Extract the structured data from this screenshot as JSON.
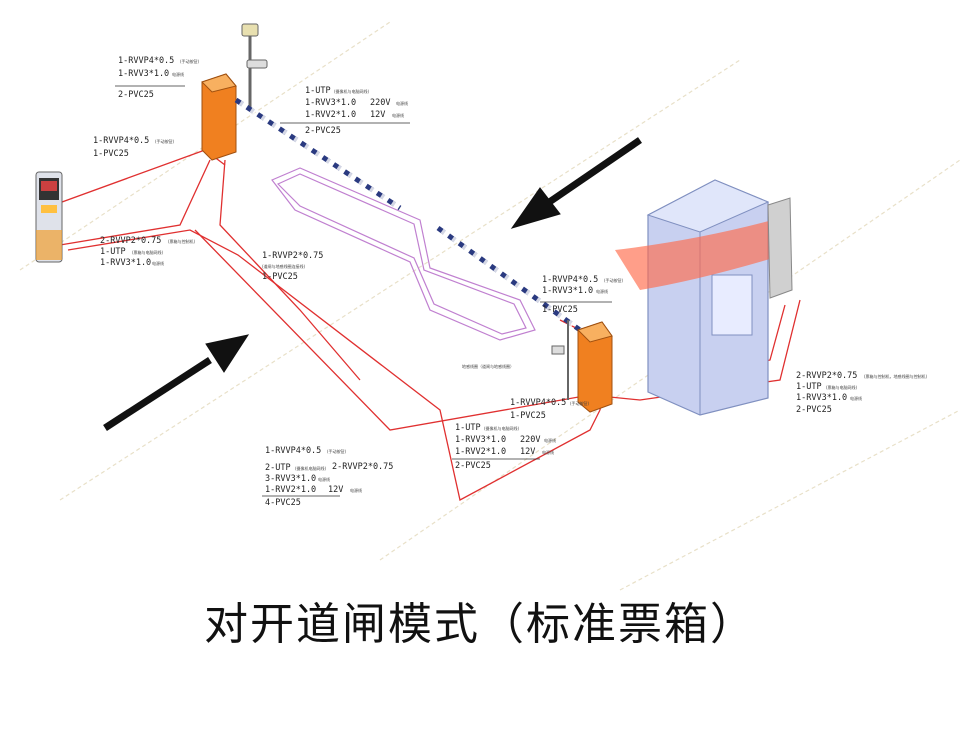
{
  "caption": "对开道闸模式（标准票箱）",
  "labels": {
    "top_left_1": "1-RVVP4*0.5",
    "top_left_1_note": "(手动按钮)",
    "top_left_2": "1-RVV3*1.0",
    "top_left_2_note": "电源线",
    "top_left_3": "2-PVC25",
    "left_mid_1": "1-RVVP4*0.5",
    "left_mid_1_note": "(手动按钮)",
    "left_mid_2": "1-PVC25",
    "left_low_1": "2-RVVP2*0.75",
    "left_low_1_note": "(票箱与控制机)",
    "left_low_2": "1-UTP",
    "left_low_2_note": "(票箱与电脑网线)",
    "left_low_3": "1-RVV3*1.0",
    "left_low_3_note": "电源线",
    "top_center_1": "1-UTP",
    "top_center_1_note": "(摄像机与电脑网线)",
    "top_center_2": "1-RVV3*1.0",
    "top_center_2_mid": "220V",
    "top_center_2_note": "电源线",
    "top_center_3": "1-RVV2*1.0",
    "top_center_3_mid": "12V",
    "top_center_3_note": "电源线",
    "top_center_4": "2-PVC25",
    "center_1": "1-RVVP2*0.75",
    "center_1_note": "(道闸与地感线圈连接线)",
    "center_2": "1-PVC25",
    "gate_right_1": "1-RVVP4*0.5",
    "gate_right_1_note": "(手动按钮)",
    "gate_right_2": "1-RVV3*1.0",
    "gate_right_2_note": "电源线",
    "gate_right_3": "1-PVC25",
    "loop_note": "地感线圈（道闸与地感线圈）",
    "gate_low_1": "1-RVVP4*0.5",
    "gate_low_1_note": "(手动按钮)",
    "gate_low_2": "1-PVC25",
    "gate_low_3": "1-UTP",
    "gate_low_3_note": "(摄像机与电脑网线)",
    "gate_low_4": "1-RVV3*1.0",
    "gate_low_4_mid": "220V",
    "gate_low_4_note": "电源线",
    "gate_low_5": "1-RVV2*1.0",
    "gate_low_5_mid": "12V",
    "gate_low_5_note": "电源线",
    "gate_low_6": "2-PVC25",
    "bottom_1": "1-RVVP4*0.5",
    "bottom_1_note": "(手动按钮)",
    "bottom_2": "2-UTP",
    "bottom_2_note": "(摄像机电脑网线)",
    "bottom_2b": "2-RVVP2*0.75",
    "bottom_3": "3-RVV3*1.0",
    "bottom_3_note": "电源线",
    "bottom_4": "1-RVV2*1.0",
    "bottom_4_mid": "12V",
    "bottom_4_note": "电源线",
    "bottom_5": "4-PVC25",
    "right_1": "2-RVVP2*0.75",
    "right_1_note": "(票箱与控制机，地感线圈与控制机)",
    "right_2": "1-UTP",
    "right_2_note": "(票箱与电脑网线)",
    "right_3": "1-RVV3*1.0",
    "right_3_note": "电源线",
    "right_4": "2-PVC25"
  },
  "colors": {
    "cable": "#e03030",
    "loop": "#c080d0",
    "barrier_body": "#f08020",
    "booth": "#c8d0f0",
    "arrow": "#111111"
  }
}
